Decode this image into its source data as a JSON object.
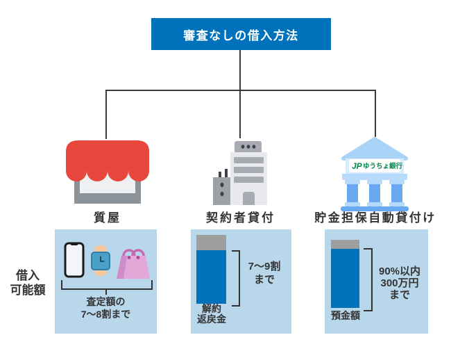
{
  "title": "審査なしの借入方法",
  "left_label": {
    "line1": "借入",
    "line2": "可能額"
  },
  "branches": [
    {
      "label": "質屋",
      "icon": "storefront-icon",
      "detail": {
        "items": [
          "smartphone-icon",
          "wristwatch-icon",
          "handbag-icon"
        ],
        "caption_line1": "査定額の",
        "caption_line2": "7〜8割まで"
      }
    },
    {
      "label": "契約者貸付",
      "icon": "office-building-icon",
      "detail": {
        "bar_label_line1": "解約",
        "bar_label_line2": "返戻金",
        "annotation_line1": "7〜9割",
        "annotation_line2": "まで"
      }
    },
    {
      "label": "貯金担保自動貸付け",
      "icon": "bank-building-icon",
      "bank_sign": {
        "logo": "JP",
        "name": "ゆうちょ銀行"
      },
      "detail": {
        "bar_label_line1": "預金額",
        "annotation_line1": "90%以内",
        "annotation_line2": "300万円",
        "annotation_line3": "まで"
      }
    }
  ],
  "colors": {
    "primary_blue": "#0072bc",
    "detail_box_bg": "#b9d7ea",
    "bar_gray": "#9e9e9e",
    "connector_line": "#3a3a3a",
    "text": "#333333",
    "awning_red": "#e8473e",
    "bank_light_blue": "#a9d4f7",
    "bank_mid_blue": "#68a9f2",
    "jp_green": "#00874a"
  }
}
